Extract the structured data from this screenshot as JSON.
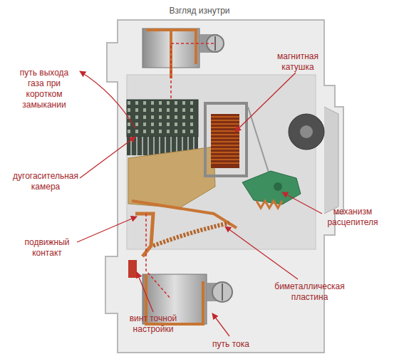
{
  "diagram": {
    "title": "Взгляд изнутри",
    "labels": [
      "путь выхода газа при коротком замыкании",
      "магнитная катушка",
      "дугогасительная камера",
      "механизм расцепителя",
      "подвижный контакт",
      "биметаллическая пластина",
      "винт точной настройки",
      "путь тока"
    ]
  }
}
